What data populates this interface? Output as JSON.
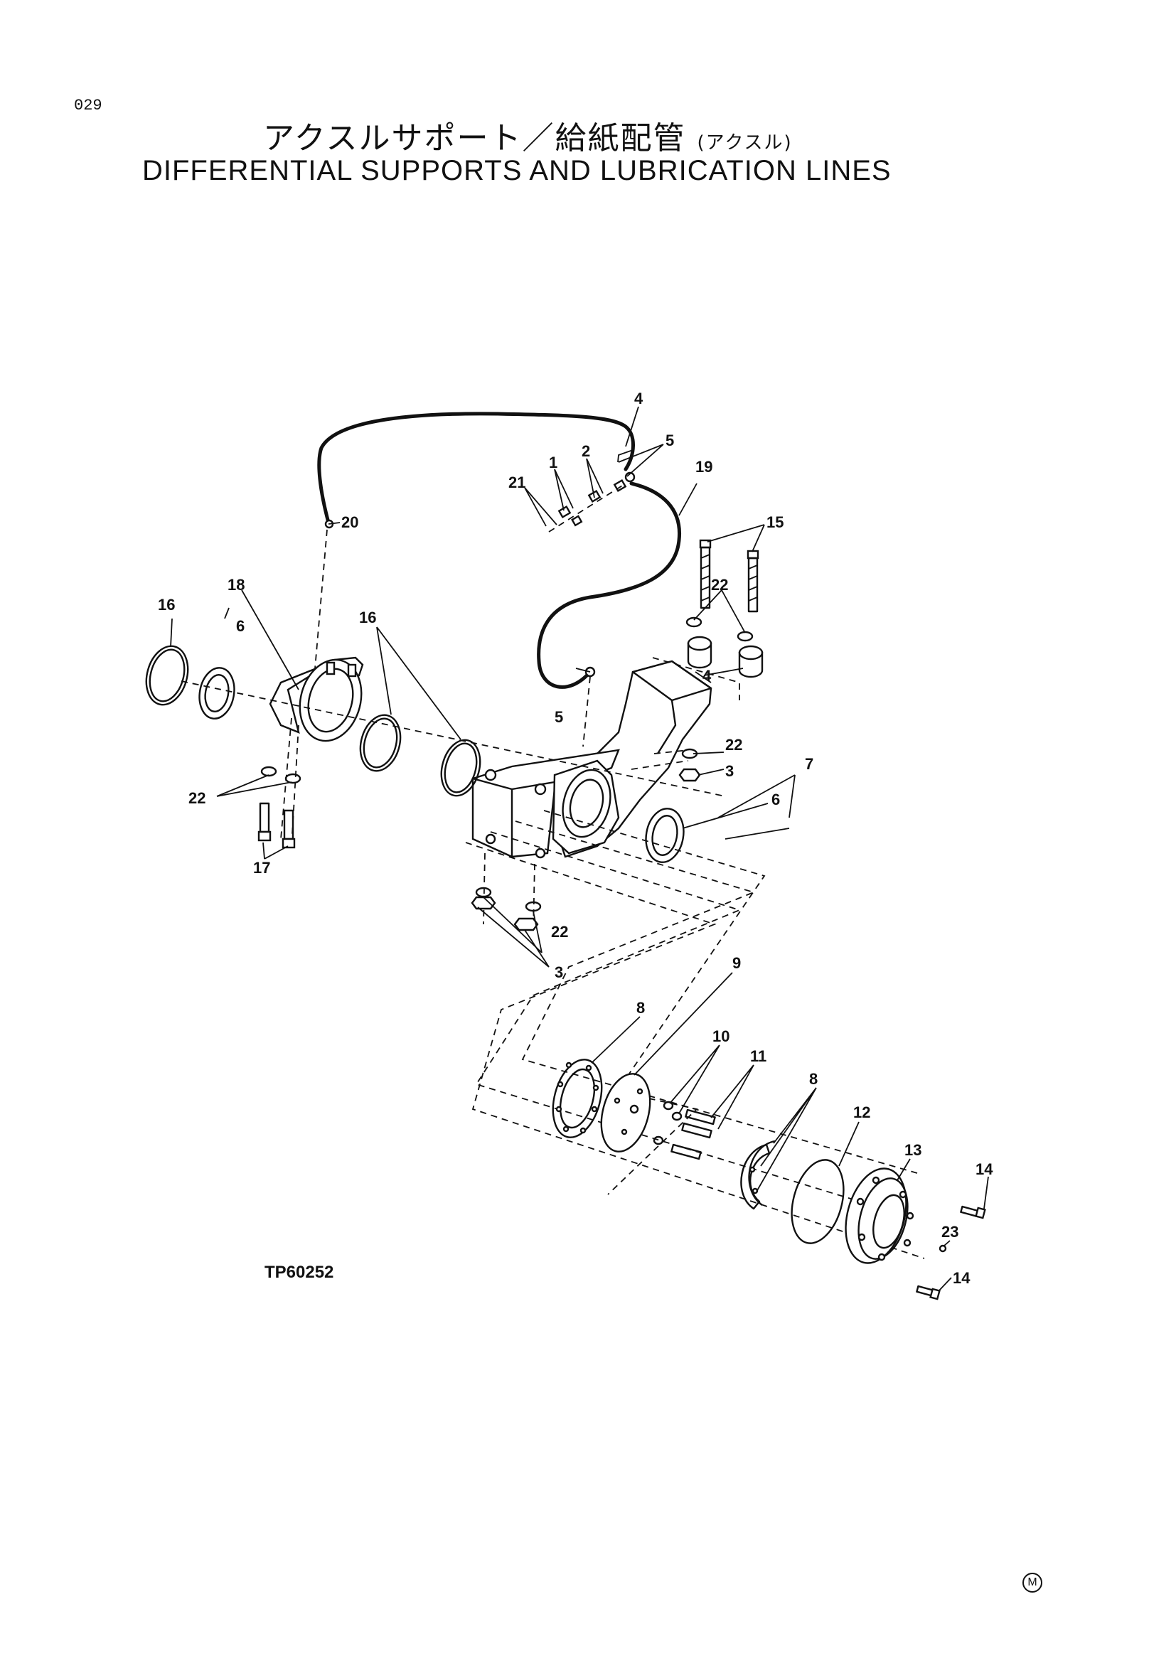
{
  "page": {
    "number": "029",
    "title_jp": "アクスルサポート／給紙配管",
    "title_jp_sub": "(アクスル)",
    "title_en": "DIFFERENTIAL SUPPORTS AND LUBRICATION LINES",
    "drawing_id": "TP60252",
    "mark": "M"
  },
  "callouts": {
    "c1": "1",
    "c2": "2",
    "c3a": "3",
    "c3b": "3",
    "c4a": "4",
    "c4b": "4",
    "c5a": "5",
    "c5b": "5",
    "c6a": "6",
    "c6b": "6",
    "c7": "7",
    "c8a": "8",
    "c8b": "8",
    "c9": "9",
    "c10": "10",
    "c11": "11",
    "c12": "12",
    "c13": "13",
    "c14a": "14",
    "c14b": "14",
    "c15": "15",
    "c16a": "16",
    "c16b": "16",
    "c17": "17",
    "c18": "18",
    "c19": "19",
    "c20": "20",
    "c21": "21",
    "c22a": "22",
    "c22b": "22",
    "c22c": "22",
    "c22d": "22",
    "c23": "23"
  }
}
